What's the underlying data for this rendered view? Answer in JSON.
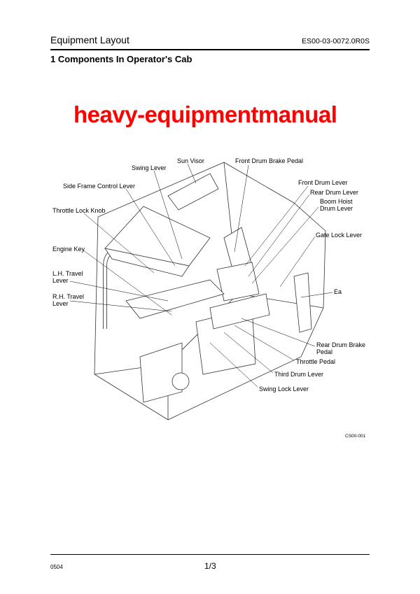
{
  "header": {
    "title": "Equipment Layout",
    "doc_id": "ES00-03-0072.0R0S"
  },
  "section": {
    "title": "1  Components In Operator's Cab"
  },
  "figure": {
    "labels": {
      "sun_visor": "Sun Visor",
      "front_drum_brake_pedal": "Front Drum Brake Pedal",
      "swing_lever": "Swing Lever",
      "side_frame_control_lever": "Side Frame Control Lever",
      "front_drum_lever": "Front Drum Lever",
      "rear_drum_lever": "Rear Drum Lever",
      "boom_hoist_drum_lever": [
        "Boom Hoist",
        "Drum Lever"
      ],
      "throttle_lock_knob": "Throttle Lock Knob",
      "gate_lock_lever": "Gate Lock Lever",
      "engine_key": "Engine Key",
      "lh_travel_lever": [
        "L.H. Travel",
        "Lever"
      ],
      "rh_travel_lever": [
        "R.H. Travel",
        "Lever"
      ],
      "ea": "Ea",
      "rear_drum_brake_pedal": [
        "Rear Drum Brake",
        "Pedal"
      ],
      "throttle_pedal": "Throttle Pedal",
      "third_drum_lever": "Third Drum Lever",
      "swing_lock_lever": "Swing Lock Lever"
    },
    "figure_id": "CS00-001",
    "watermark": "heavy-equipmentmanual"
  },
  "footer": {
    "code": "0504",
    "page": "1/3"
  }
}
